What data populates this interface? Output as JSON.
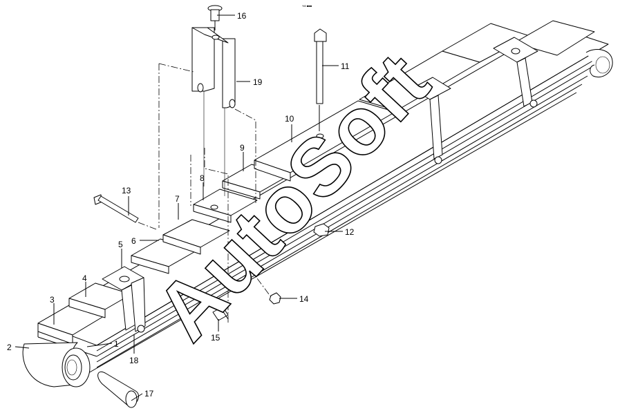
{
  "header": {
    "corner_mark": "%5 ■■■"
  },
  "watermark": {
    "text": "AutoSoft"
  },
  "callouts": [
    {
      "id": "1",
      "label": "1"
    },
    {
      "id": "2",
      "label": "2"
    },
    {
      "id": "3",
      "label": "3"
    },
    {
      "id": "4",
      "label": "4"
    },
    {
      "id": "5",
      "label": "5"
    },
    {
      "id": "6",
      "label": "6"
    },
    {
      "id": "7",
      "label": "7"
    },
    {
      "id": "8",
      "label": "8"
    },
    {
      "id": "9",
      "label": "9"
    },
    {
      "id": "10",
      "label": "10"
    },
    {
      "id": "11",
      "label": "11"
    },
    {
      "id": "12",
      "label": "12"
    },
    {
      "id": "13",
      "label": "13"
    },
    {
      "id": "14",
      "label": "14"
    },
    {
      "id": "15",
      "label": "15"
    },
    {
      "id": "16",
      "label": "16"
    },
    {
      "id": "17",
      "label": "17"
    },
    {
      "id": "18",
      "label": "18"
    },
    {
      "id": "19",
      "label": "19"
    }
  ]
}
